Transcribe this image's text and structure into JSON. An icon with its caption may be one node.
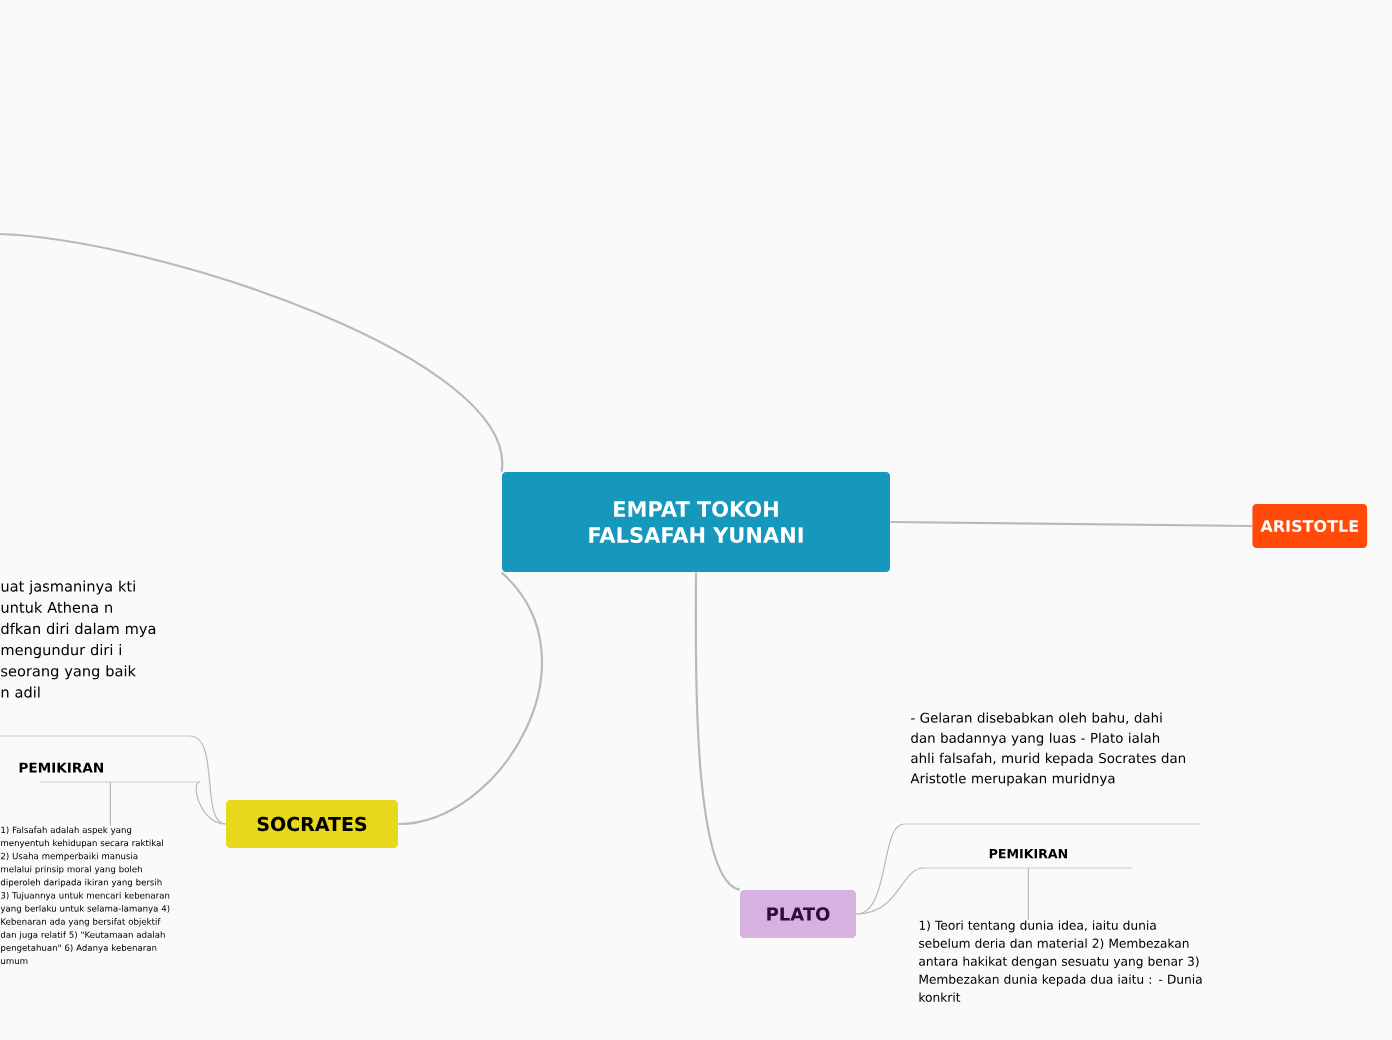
{
  "diagram": {
    "nodes": [
      {
        "text": [
          "EMPAT TOKOH FALSAFAH YUNANI"
        ]
      },
      {
        "text": [
          "ARISTOTLE"
        ]
      },
      {
        "text": [
          "SOCRATES"
        ]
      },
      {
        "text": [
          "PLATO"
        ]
      },
      {
        "text": [
          "uat jasmaninya kti untuk Athena n dfkan diri dalam mya mengundur diri i seorang yang baik n adil"
        ]
      },
      {
        "text": [
          "PEMIKIRAN"
        ]
      },
      {
        "text": [
          "1) Falsafah adalah aspek yang menyentuh kehidupan secara raktikal 2) Usaha memperbaiki manusia melalui prinsip moral yang boleh diperoleh daripada ikiran yang bersih 3) Tujuannya untuk mencari kebenaran yang berlaku untuk selama-lamanya 4) Kebenaran ada yang bersifat objektif dan juga relatif 5) \"Keutamaan adalah pengetahuan\" 6) Adanya kebenaran umum"
        ]
      },
      {
        "text": [
          "- Gelaran disebabkan oleh bahu, dahi dan badannya yang luas - Plato ialah ahli falsafah, murid kepada Socrates dan Aristotle merupakan muridnya"
        ]
      },
      {
        "text": [
          "PEMIKIRAN"
        ]
      },
      {
        "text": [
          "1) Teori tentang dunia idea, iaitu dunia sebelum deria dan material 2) Membezakan antara hakikat dengan sesuatu yang benar 3) Membezakan dunia kepada dua iaitu : - Dunia konkrit"
        ]
      }
    ],
    "edges": [
      {
        "from": 0,
        "to": null,
        "arrow": "none"
      },
      {
        "from": 0,
        "to": 1,
        "arrow": "none"
      },
      {
        "from": 0,
        "to": 2,
        "arrow": "none"
      },
      {
        "from": 0,
        "to": 3,
        "arrow": "none"
      },
      {
        "from": 2,
        "to": 4,
        "arrow": "none"
      },
      {
        "from": 2,
        "to": 5,
        "arrow": "none"
      },
      {
        "from": 5,
        "to": 6,
        "arrow": "none"
      },
      {
        "from": 3,
        "to": 7,
        "arrow": "none"
      },
      {
        "from": 3,
        "to": 8,
        "arrow": "none"
      },
      {
        "from": 8,
        "to": 9,
        "arrow": "none"
      }
    ]
  }
}
